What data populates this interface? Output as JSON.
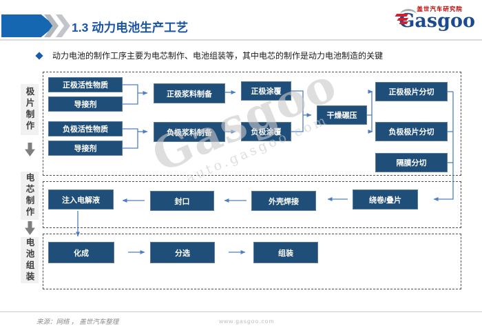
{
  "header": {
    "title": "1.3 动力电池生产工艺"
  },
  "logo": {
    "brand": "Gasgoo",
    "tagline": "盖世汽车研究院"
  },
  "bullet": {
    "marker": "diamond",
    "text": "动力电池的制作工序主要为电芯制作、电池组装等，其中电芯的制作是动力电池制造的关键"
  },
  "sections": [
    {
      "id": "sec-electrode",
      "label": "极片制作"
    },
    {
      "id": "sec-cell",
      "label": "电芯制作"
    },
    {
      "id": "sec-pack",
      "label": "电池组装"
    }
  ],
  "nodes": [
    {
      "id": "pos-active",
      "label": "正极活性物质"
    },
    {
      "id": "pos-binder",
      "label": "导接剂"
    },
    {
      "id": "neg-active",
      "label": "负极活性物质"
    },
    {
      "id": "neg-binder",
      "label": "导接剂"
    },
    {
      "id": "pos-slurry",
      "label": "正极浆料制备"
    },
    {
      "id": "pos-coat",
      "label": "正极涂覆"
    },
    {
      "id": "neg-slurry",
      "label": "负极浆料制备"
    },
    {
      "id": "neg-coat",
      "label": "负极涂覆"
    },
    {
      "id": "dry-press",
      "label": "干燥碾压"
    },
    {
      "id": "pos-slit",
      "label": "正极极片分切"
    },
    {
      "id": "neg-slit",
      "label": "负极极片分切"
    },
    {
      "id": "sep-slit",
      "label": "隔膜分切"
    },
    {
      "id": "inject",
      "label": "注入电解液"
    },
    {
      "id": "seal",
      "label": "封口"
    },
    {
      "id": "shell-weld",
      "label": "外壳焊接"
    },
    {
      "id": "winding",
      "label": "绕卷/叠片"
    },
    {
      "id": "formation",
      "label": "化成"
    },
    {
      "id": "sorting",
      "label": "分选"
    },
    {
      "id": "assembly",
      "label": "组装"
    }
  ],
  "watermark": {
    "brand": "Gasgoo",
    "site": "auto.gasgoo.com"
  },
  "footer": {
    "source": "来源：网络 ， 盖世汽车整理",
    "site": "www.gasgoo.com"
  },
  "colors": {
    "node": "#1F4E79",
    "banner": "#1467B0",
    "accent": "#1A5CA8",
    "connector": "#4D7EBF"
  }
}
